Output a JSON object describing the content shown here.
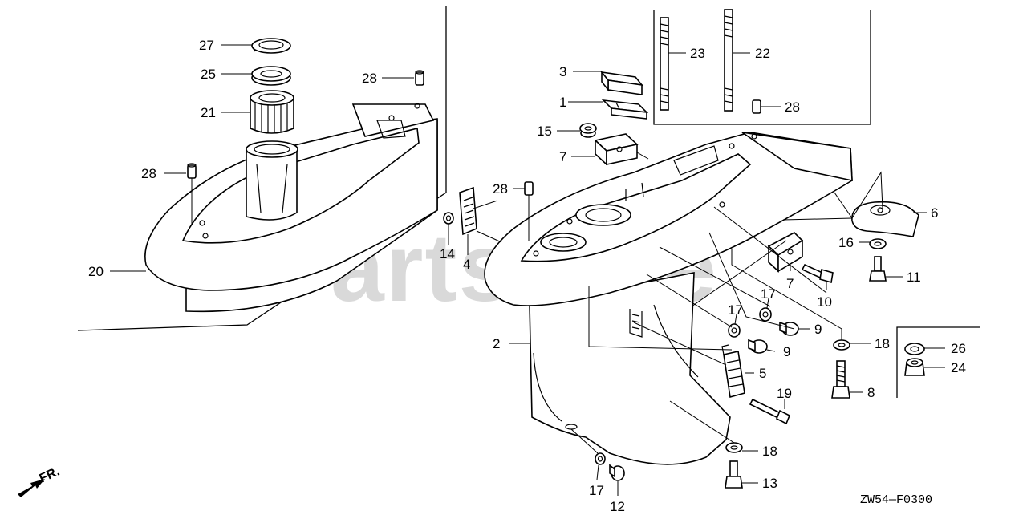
{
  "watermark": "PartsTree",
  "diagram_code": "ZW54—F0300",
  "direction_label": "FR.",
  "callouts": [
    "27",
    "25",
    "21",
    "28",
    "28",
    "20",
    "14",
    "4",
    "3",
    "1",
    "15",
    "7",
    "28",
    "23",
    "22",
    "28",
    "6",
    "16",
    "11",
    "7",
    "10",
    "17",
    "17",
    "9",
    "9",
    "2",
    "18",
    "5",
    "19",
    "8",
    "26",
    "24",
    "18",
    "13",
    "17",
    "12"
  ]
}
